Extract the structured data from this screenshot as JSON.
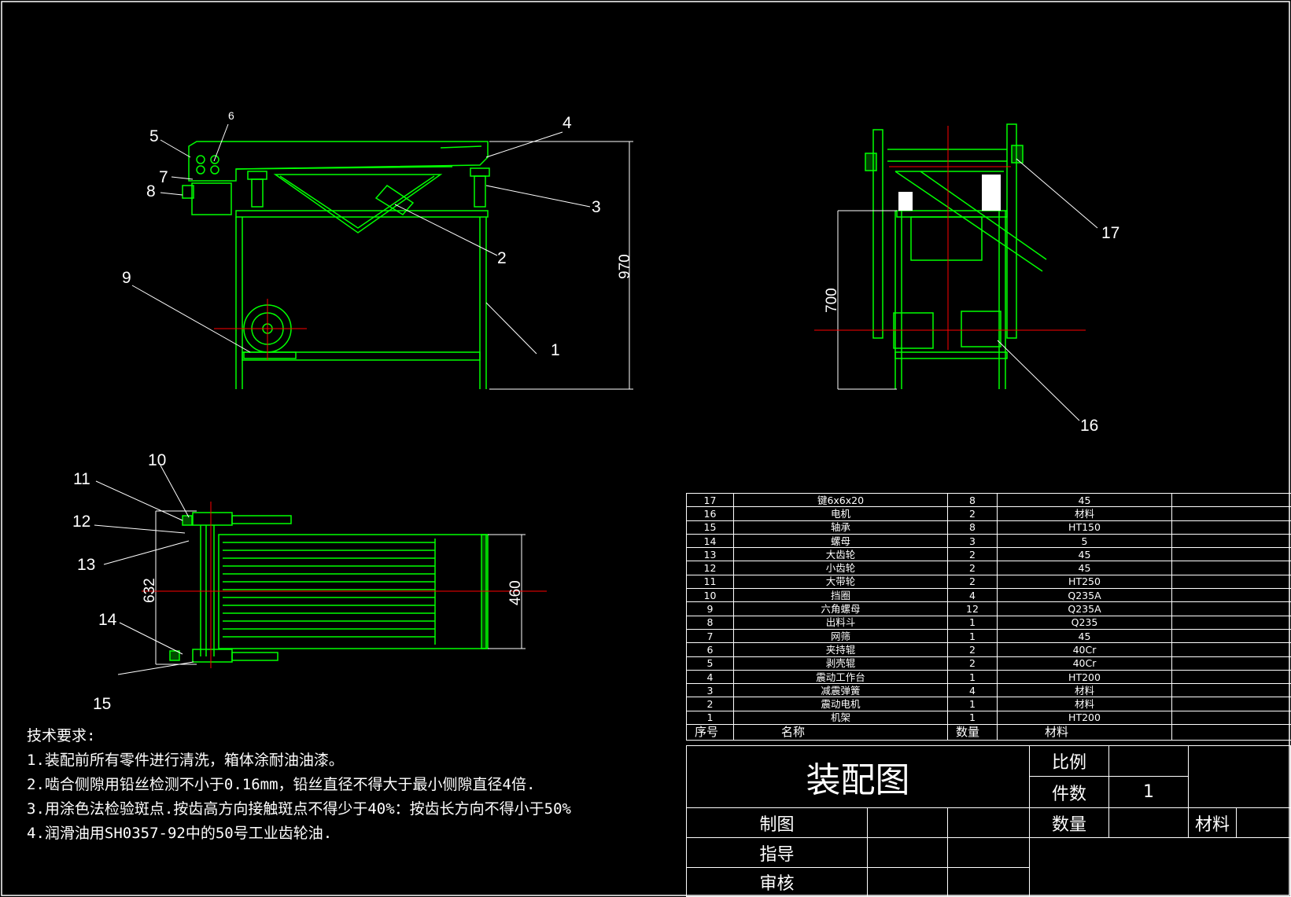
{
  "callouts": {
    "c1": "1",
    "c2": "2",
    "c3": "3",
    "c4": "4",
    "c5": "5",
    "c6": "6",
    "c7": "7",
    "c8": "8",
    "c9": "9",
    "c10": "10",
    "c11": "11",
    "c12": "12",
    "c13": "13",
    "c14": "14",
    "c15": "15",
    "c16": "16",
    "c17": "17"
  },
  "dimensions": {
    "height_total": "970",
    "height_side": "700",
    "width_plan": "632",
    "depth_plan": "460"
  },
  "notes": {
    "heading": "技术要求:",
    "items": [
      "1.装配前所有零件进行清洗，箱体涂耐油油漆。",
      "2.啮合侧隙用铅丝检测不小于0.16mm，铅丝直径不得大于最小侧隙直径4倍.",
      "3.用涂色法检验斑点.按齿高方向接触斑点不得少于40%：按齿长方向不得小于50%",
      "4.润滑油用SH0357-92中的50号工业齿轮油."
    ]
  },
  "bom": {
    "headers": {
      "no": "序号",
      "name": "名称",
      "qty": "数量",
      "material": "材料"
    },
    "rows": [
      {
        "no": "17",
        "name": "键6x6x20",
        "qty": "8",
        "material": "45"
      },
      {
        "no": "16",
        "name": "电机",
        "qty": "2",
        "material": "材料"
      },
      {
        "no": "15",
        "name": "轴承",
        "qty": "8",
        "material": "HT150"
      },
      {
        "no": "14",
        "name": "螺母",
        "qty": "3",
        "material": "5"
      },
      {
        "no": "13",
        "name": "大齿轮",
        "qty": "2",
        "material": "45"
      },
      {
        "no": "12",
        "name": "小齿轮",
        "qty": "2",
        "material": "45"
      },
      {
        "no": "11",
        "name": "大带轮",
        "qty": "2",
        "material": "HT250"
      },
      {
        "no": "10",
        "name": "挡圈",
        "qty": "4",
        "material": "Q235A"
      },
      {
        "no": "9",
        "name": "六角螺母",
        "qty": "12",
        "material": "Q235A"
      },
      {
        "no": "8",
        "name": "出料斗",
        "qty": "1",
        "material": "Q235"
      },
      {
        "no": "7",
        "name": "网筛",
        "qty": "1",
        "material": "45"
      },
      {
        "no": "6",
        "name": "夹持辊",
        "qty": "2",
        "material": "40Cr"
      },
      {
        "no": "5",
        "name": "剥壳辊",
        "qty": "2",
        "material": "40Cr"
      },
      {
        "no": "4",
        "name": "震动工作台",
        "qty": "1",
        "material": "HT200"
      },
      {
        "no": "3",
        "name": "减震弹簧",
        "qty": "4",
        "material": "材料"
      },
      {
        "no": "2",
        "name": "震动电机",
        "qty": "1",
        "material": "材料"
      },
      {
        "no": "1",
        "name": "机架",
        "qty": "1",
        "material": "HT200"
      }
    ]
  },
  "title_block": {
    "title": "装配图",
    "scale_label": "比例",
    "pieces_label": "件数",
    "pieces_value": "1",
    "quantity_label": "数量",
    "material_label": "材料",
    "drawn_label": "制图",
    "guide_label": "指导",
    "review_label": "审核"
  },
  "colors": {
    "background": "#000000",
    "outline": "#00ff00",
    "centerline": "#ff0000",
    "text": "#ffffff"
  }
}
